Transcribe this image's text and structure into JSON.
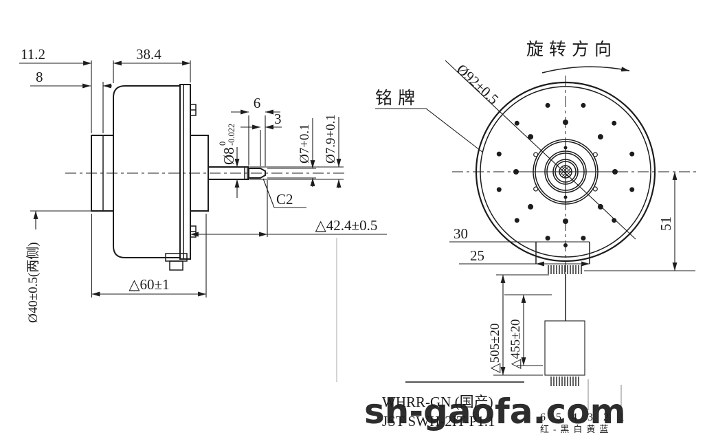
{
  "colors": {
    "background": "#ffffff",
    "ink": "#1c1c1c",
    "watermark": "#121212"
  },
  "watermark": {
    "text": "sh-gaofa.com"
  },
  "side_view": {
    "dim_top_offset": "11.2",
    "dim_body_length": "38.4",
    "dim_hub_depth": "8",
    "dim_shaft_len6": "6",
    "dim_shaft_len3": "3",
    "shaft_dia": {
      "main": "Ø8",
      "tol_upper": "0",
      "tol_lower": "-0.022"
    },
    "dim_tip_dia": "Ø7+0.1",
    "dim_shaft_dia2": "Ø7.9+0.1",
    "chamfer": "C2",
    "dim_shaft_end": "△42.4±0.5",
    "dim_body_height": "△60±1",
    "dim_hub_dia": "Ø40±0.5(两侧)"
  },
  "front_view": {
    "rotation_label": "旋转方向",
    "outer_dia": "Ø92±0.5",
    "nameplate": "铭牌",
    "dim_connector_offset": "30",
    "dim_connector_width": "25",
    "dim_connector_height": "51",
    "lead_length_outer": "△505±20",
    "lead_length_inner": "△455±20"
  },
  "connector": {
    "part_line1": "WHRR-GN (国产)",
    "part_line2": "JST SWH-2IT-P1.1",
    "pins": [
      "6",
      "5",
      "4",
      "3",
      "2",
      "1"
    ],
    "wire_colors": "红-黑白黄蓝"
  }
}
